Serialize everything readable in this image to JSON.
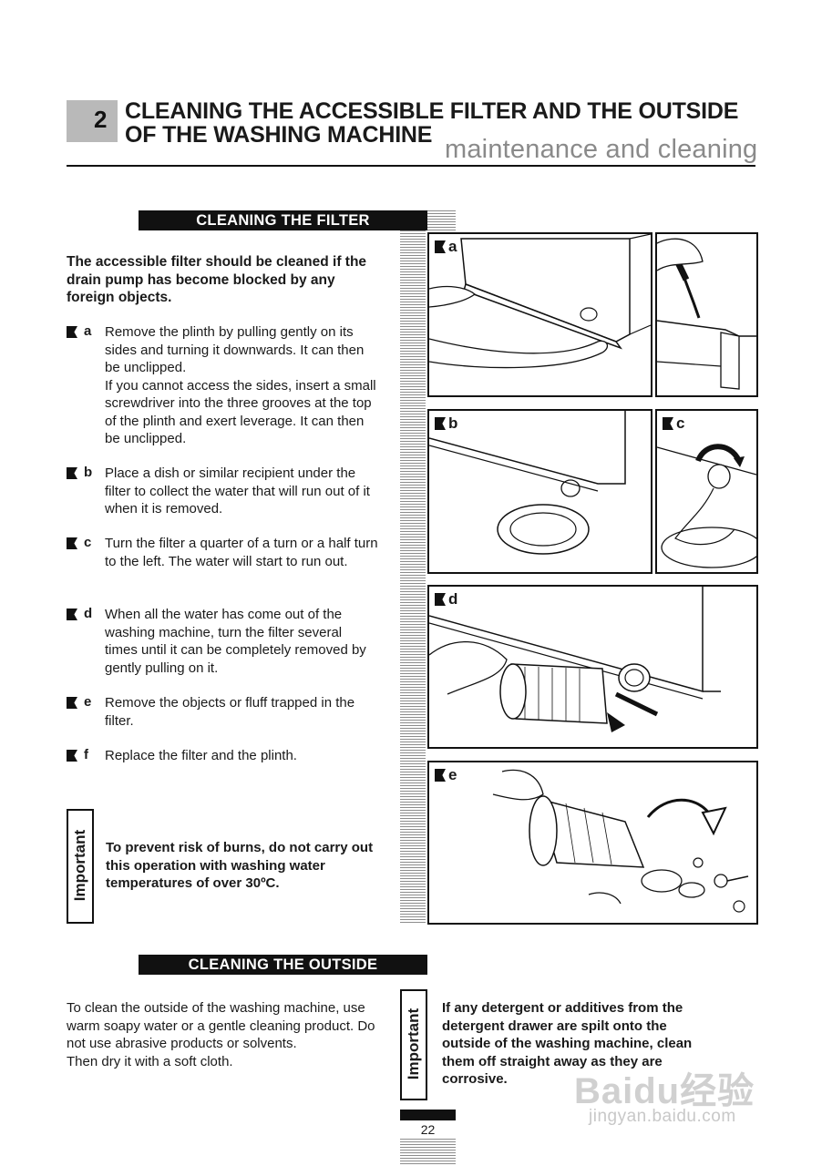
{
  "header": {
    "chapter_number": "2",
    "title_line1": "CLEANING THE ACCESSIBLE FILTER AND THE OUTSIDE",
    "title_line2": "OF THE WASHING MACHINE",
    "subtitle": "maintenance and cleaning"
  },
  "filter_section": {
    "heading": "CLEANING THE FILTER",
    "intro": "The accessible filter should be cleaned if the drain pump has become blocked by any foreign objects.",
    "steps": [
      {
        "letter": "a",
        "text": "Remove the plinth by pulling gently on its sides and turning it downwards. It can then be unclipped.\nIf you cannot access the sides, insert a small screwdriver into the three grooves at the top of the plinth and exert leverage. It can then be unclipped."
      },
      {
        "letter": "b",
        "text": "Place a dish or similar recipient under the filter to collect the water that will run out of it when it is removed."
      },
      {
        "letter": "c",
        "text": "Turn the filter a quarter of a turn or a half turn to the left. The water will start to run out."
      },
      {
        "letter": "d",
        "text": "When all the water has come out of the washing machine, turn the filter several times until it can be completely removed by gently pulling on it."
      },
      {
        "letter": "e",
        "text": "Remove the objects or fluff trapped in the filter."
      },
      {
        "letter": "f",
        "text": "Replace the filter and the plinth."
      }
    ],
    "important_label": "Important",
    "important_text": "To prevent risk of burns, do not carry out this operation with washing water temperatures of over 30ºC."
  },
  "illustrations": {
    "panel_a": "a",
    "panel_b": "b",
    "panel_c": "c",
    "panel_d": "d",
    "panel_e": "e"
  },
  "outside_section": {
    "heading": "CLEANING THE OUTSIDE",
    "text": "To clean the outside of the washing machine, use warm soapy water or a gentle cleaning product. Do not use abrasive products or solvents.\nThen dry it with a soft cloth.",
    "important_label": "Important",
    "important_text": "If any detergent or additives from the detergent drawer are spilt onto the outside of the washing machine, clean them off straight away as they are corrosive."
  },
  "footer": {
    "page_number": "22",
    "watermark_brand": "Baidu经验",
    "watermark_url": "jingyan.baidu.com"
  }
}
